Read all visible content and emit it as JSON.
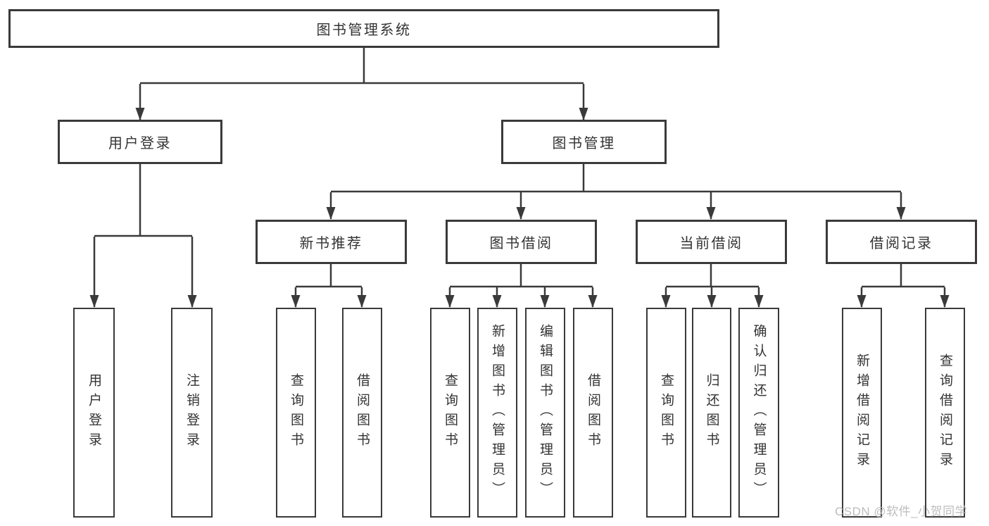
{
  "tree": {
    "root": {
      "label": "图书管理系统"
    },
    "level2": [
      {
        "label": "用户登录"
      },
      {
        "label": "图书管理"
      }
    ],
    "level3": [
      {
        "label": "新书推荐"
      },
      {
        "label": "图书借阅"
      },
      {
        "label": "当前借阅"
      },
      {
        "label": "借阅记录"
      }
    ],
    "leaves": {
      "user_login": [
        {
          "label": "用户登录"
        },
        {
          "label": "注销登录"
        }
      ],
      "new_book_recommend": [
        {
          "label": "查询图书"
        },
        {
          "label": "借阅图书"
        }
      ],
      "book_borrow": [
        {
          "label": "查询图书"
        },
        {
          "label": "新增图书（管理员）"
        },
        {
          "label": "编辑图书（管理员）"
        },
        {
          "label": "借阅图书"
        }
      ],
      "current_borrow": [
        {
          "label": "查询图书"
        },
        {
          "label": "归还图书"
        },
        {
          "label": "确认归还（管理员）"
        }
      ],
      "borrow_records": [
        {
          "label": "新增借阅记录"
        },
        {
          "label": "查询借阅记录"
        }
      ]
    }
  },
  "watermark": {
    "text": "CSDN @软件_小贺同学"
  },
  "colors": {
    "line": "#3a3a3a",
    "text": "#333333",
    "watermark": "#bcbcbc",
    "background": "#ffffff"
  }
}
